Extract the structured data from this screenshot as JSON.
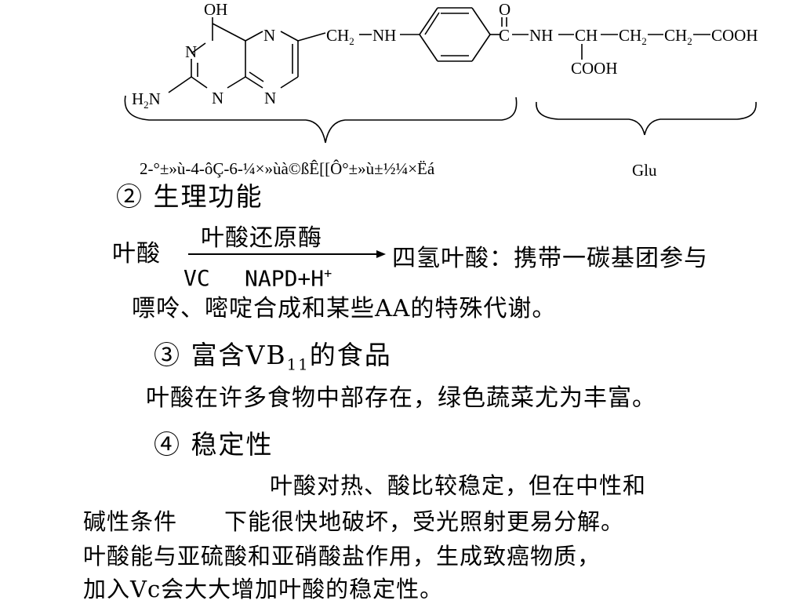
{
  "structure": {
    "atoms": {
      "oh": "OH",
      "o": "O",
      "n1": "N",
      "n2": "N",
      "n3": "N",
      "n4": "N",
      "h2n": "H",
      "h2n_sub": "2",
      "h2n_n": "N",
      "ch2_a": "CH",
      "ch2_a_sub": "2",
      "nh_a": "NH",
      "c": "C",
      "nh_b": "NH",
      "ch": "CH",
      "ch2_b": "CH",
      "ch2_b_sub": "2",
      "ch2_c": "CH",
      "ch2_c_sub": "2",
      "cooh_a": "COOH",
      "cooh_b": "COOH"
    },
    "left_label": "2-°±»ù-4-ôÇ-6-¼×»ùà©ßÊ[[Ô°±»ù±½¼×Ëá",
    "right_label": "Glu"
  },
  "sections": {
    "function_heading": "② 生理功能",
    "reaction": {
      "reactant": "叶酸",
      "enzyme": "叶酸还原酶",
      "cond_vc": "VC",
      "cond_nadp": "NAPD+H",
      "cond_nadp_sup": "+",
      "product_line1": "四氢叶酸：携带一碳基团参与",
      "product_line2": "嘌呤、嘧啶合成和某些AA的特殊代谢。"
    },
    "food_heading_prefix": "③ 富含VB",
    "food_heading_sub": "11",
    "food_heading_suffix": "的食品",
    "food_text": "叶酸在许多食物中部存在，绿色蔬菜尤为丰富。",
    "stability_heading": "④ 稳定性",
    "stability_lines": [
      "叶酸对热、酸比较稳定，但在中性和",
      "碱性条件　　下能很快地破坏，受光照射更易分解。",
      "叶酸能与亚硫酸和亚硝酸盐作用，生成致癌物质，",
      "加入Vc会大大增加叶酸的稳定性。"
    ]
  }
}
